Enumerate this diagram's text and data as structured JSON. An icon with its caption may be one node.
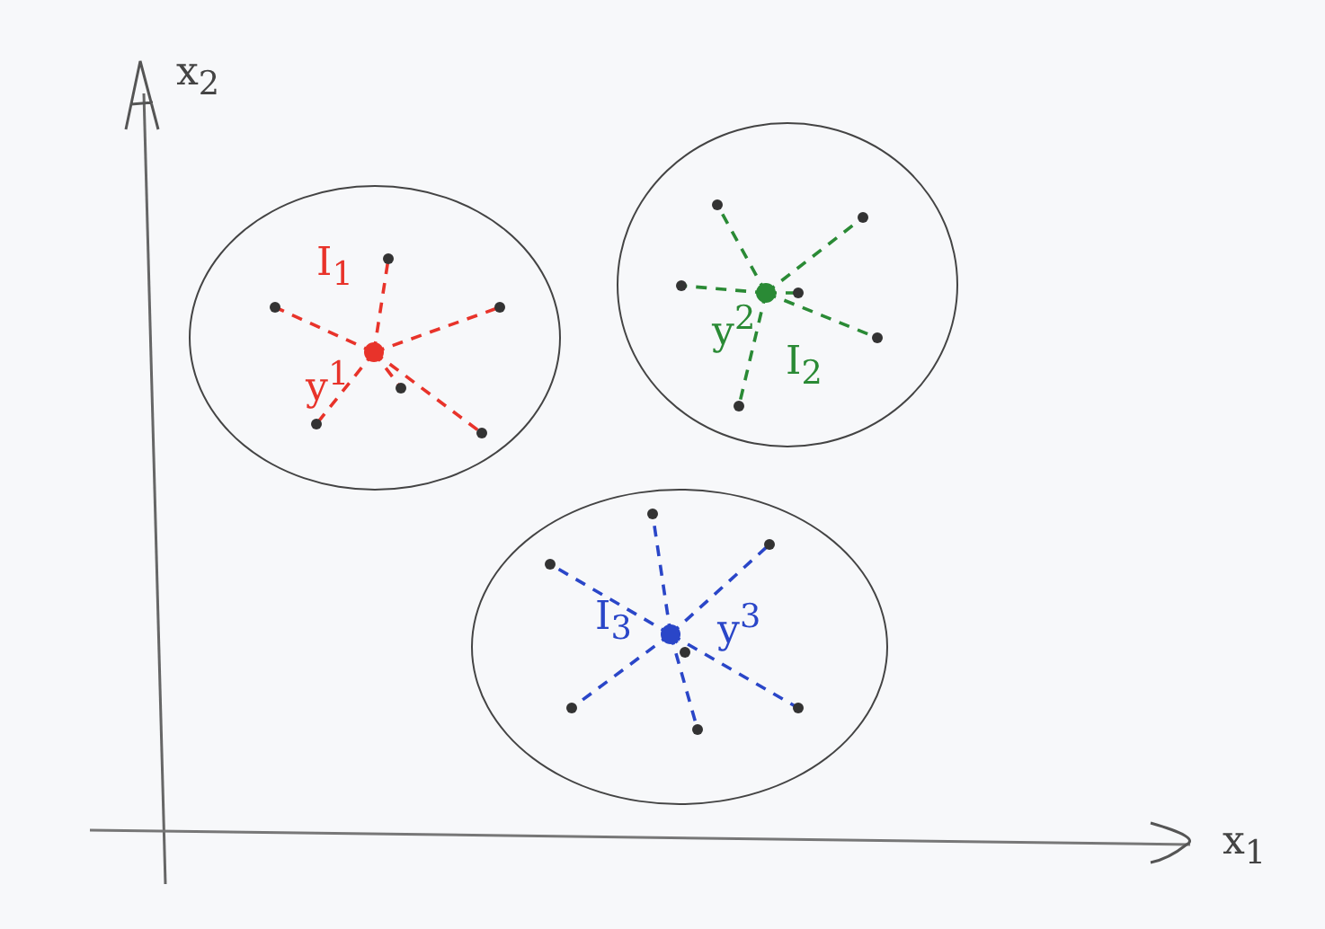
{
  "diagram": {
    "nodes": [
      {
        "text": [
          "I$_{1}$",
          "y$^{1}$"
        ]
      },
      {
        "text": [
          "I$_{2}$",
          "y$^{2}$"
        ]
      },
      {
        "text": [
          "I$_{3}$",
          "y$^{3}$"
        ]
      }
    ],
    "labels": [
      "x$_{2}$",
      "x$_{1}$"
    ]
  }
}
